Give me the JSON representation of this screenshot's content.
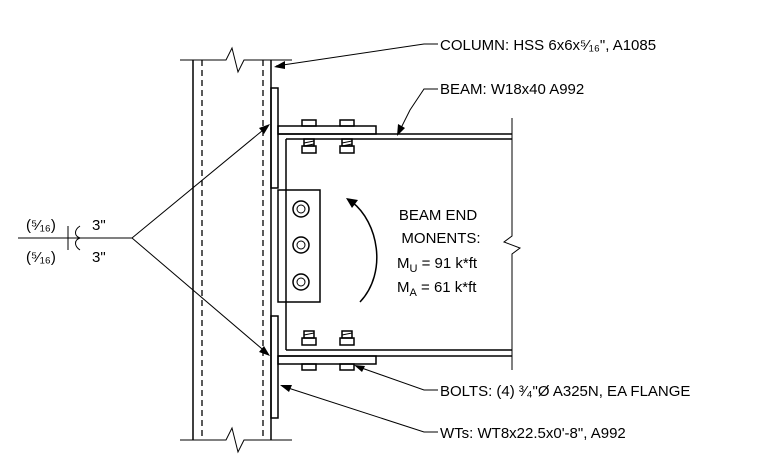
{
  "labels": {
    "column": "COLUMN: HSS 6x6x⁵⁄₁₆\", A1085",
    "beam": "BEAM: W18x40 A992",
    "bolts": "BOLTS: (4) ³⁄₄\"Ø A325N, EA FLANGE",
    "wts": "WTs: WT8x22.5x0'-8\", A992",
    "moments_line1": "BEAM END",
    "moments_line2": "MONENTS:",
    "mu_main": "M",
    "mu_sub": "U",
    "mu_value": " = 91 k*ft",
    "ma_main": "M",
    "ma_sub": "A",
    "ma_value": " = 61 k*ft",
    "weld_top_size": "(⁵⁄₁₆)",
    "weld_bottom_size": "(⁵⁄₁₆)",
    "weld_top_length": "3\"",
    "weld_bottom_length": "3\""
  }
}
